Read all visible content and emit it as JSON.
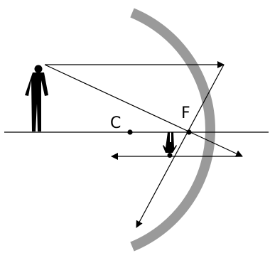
{
  "diagram": {
    "labels": {
      "center": "C",
      "focus": "F"
    },
    "colors": {
      "mirror": "#9a9a9a",
      "lines": "#000000",
      "background": "#ffffff"
    },
    "icons": {
      "object": "standing-woman-silhouette",
      "image": "inverted-woman-silhouette"
    }
  }
}
